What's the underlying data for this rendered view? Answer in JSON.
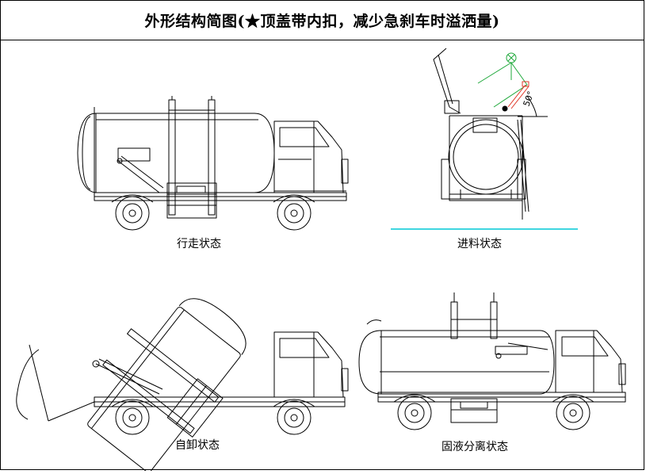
{
  "title": "外形结构简图(★顶盖带内扣，减少急刹车时溢洒量)",
  "views": [
    {
      "id": "driving",
      "label": "行走状态"
    },
    {
      "id": "feeding",
      "label": "进料状态"
    },
    {
      "id": "dumping",
      "label": "自卸状态"
    },
    {
      "id": "separation",
      "label": "固液分离状态"
    }
  ],
  "annotations": {
    "angle": "50°"
  },
  "colors": {
    "line": "#000000",
    "green": "#1ea83a",
    "red": "#e03a2a",
    "cyan": "#3fd6e0"
  }
}
